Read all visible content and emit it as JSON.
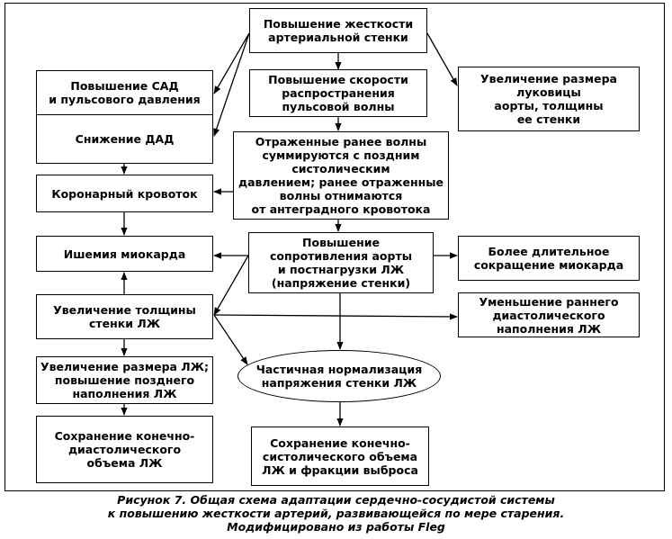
{
  "diagram": {
    "nodes": [
      {
        "id": "n_stiffness",
        "label": "Повышение жесткости\nартериальной стенки"
      },
      {
        "id": "n_sbp_pp",
        "label": "Повышение САД\nи пульсового давления"
      },
      {
        "id": "n_dbp",
        "label": "Снижение ДАД"
      },
      {
        "id": "n_pwv",
        "label": "Повышение скорости\nраспространения\nпульсовой волны"
      },
      {
        "id": "n_aortic_bulb",
        "label": "Увеличение размера\nлуковицы\nаорты, толщины\nее стенки"
      },
      {
        "id": "n_reflected",
        "label": "Отраженные ранее волны\nсуммируются с поздним\nсистолическим\nдавлением; ранее отраженные\nволны отнимаются\nот антеградного кровотока"
      },
      {
        "id": "n_coronary",
        "label": "Коронарный кровоток"
      },
      {
        "id": "n_ischemia",
        "label": "Ишемия миокарда"
      },
      {
        "id": "n_resistance",
        "label": "Повышение\nсопротивления аорты\nи постнагрузки ЛЖ\n(напряжение стенки)"
      },
      {
        "id": "n_longer_contr",
        "label": "Более длительное\nсокращение миокарда"
      },
      {
        "id": "n_lv_thickness",
        "label": "Увеличение толщины\nстенки ЛЖ"
      },
      {
        "id": "n_early_fill",
        "label": "Уменьшение раннего\nдиастолического\nнаполнения ЛЖ"
      },
      {
        "id": "n_lv_size",
        "label": "Увеличение размера ЛЖ;\nповышение позднего\nнаполнения ЛЖ"
      },
      {
        "id": "n_partial_norm",
        "label": "Частичная нормализация\nнапряжения стенки ЛЖ"
      },
      {
        "id": "n_edv",
        "label": "Сохранение конечно-\nдиастолического\nобъема ЛЖ"
      },
      {
        "id": "n_esv",
        "label": "Сохранение конечно-\nсистолического объема\nЛЖ и фракции выброса"
      }
    ],
    "edges": [
      {
        "from": "n_stiffness",
        "to": "n_pwv"
      },
      {
        "from": "n_stiffness",
        "to": "n_aortic_bulb"
      },
      {
        "from": "n_stiffness",
        "to": "n_sbp_pp"
      },
      {
        "from": "n_stiffness",
        "to": "n_dbp"
      },
      {
        "from": "n_pwv",
        "to": "n_reflected"
      },
      {
        "from": "n_reflected",
        "to": "n_coronary"
      },
      {
        "from": "n_reflected",
        "to": "n_resistance"
      },
      {
        "from": "n_dbp",
        "to": "n_coronary"
      },
      {
        "from": "n_coronary",
        "to": "n_ischemia"
      },
      {
        "from": "n_lv_thickness",
        "to": "n_ischemia"
      },
      {
        "from": "n_resistance",
        "to": "n_longer_contr"
      },
      {
        "from": "n_resistance",
        "to": "n_ischemia"
      },
      {
        "from": "n_resistance",
        "to": "n_lv_thickness"
      },
      {
        "from": "n_resistance",
        "to": "n_partial_norm"
      },
      {
        "from": "n_lv_thickness",
        "to": "n_early_fill"
      },
      {
        "from": "n_lv_thickness",
        "to": "n_lv_size"
      },
      {
        "from": "n_lv_thickness",
        "to": "n_partial_norm"
      },
      {
        "from": "n_lv_size",
        "to": "n_edv"
      },
      {
        "from": "n_partial_norm",
        "to": "n_esv"
      }
    ]
  },
  "caption": "Рисунок 7. Общая схема адаптации сердечно-сосудистой системы\nк повышению жесткости артерий, развивающейся по мере старения.\nМодифицировано из работы Fleg"
}
